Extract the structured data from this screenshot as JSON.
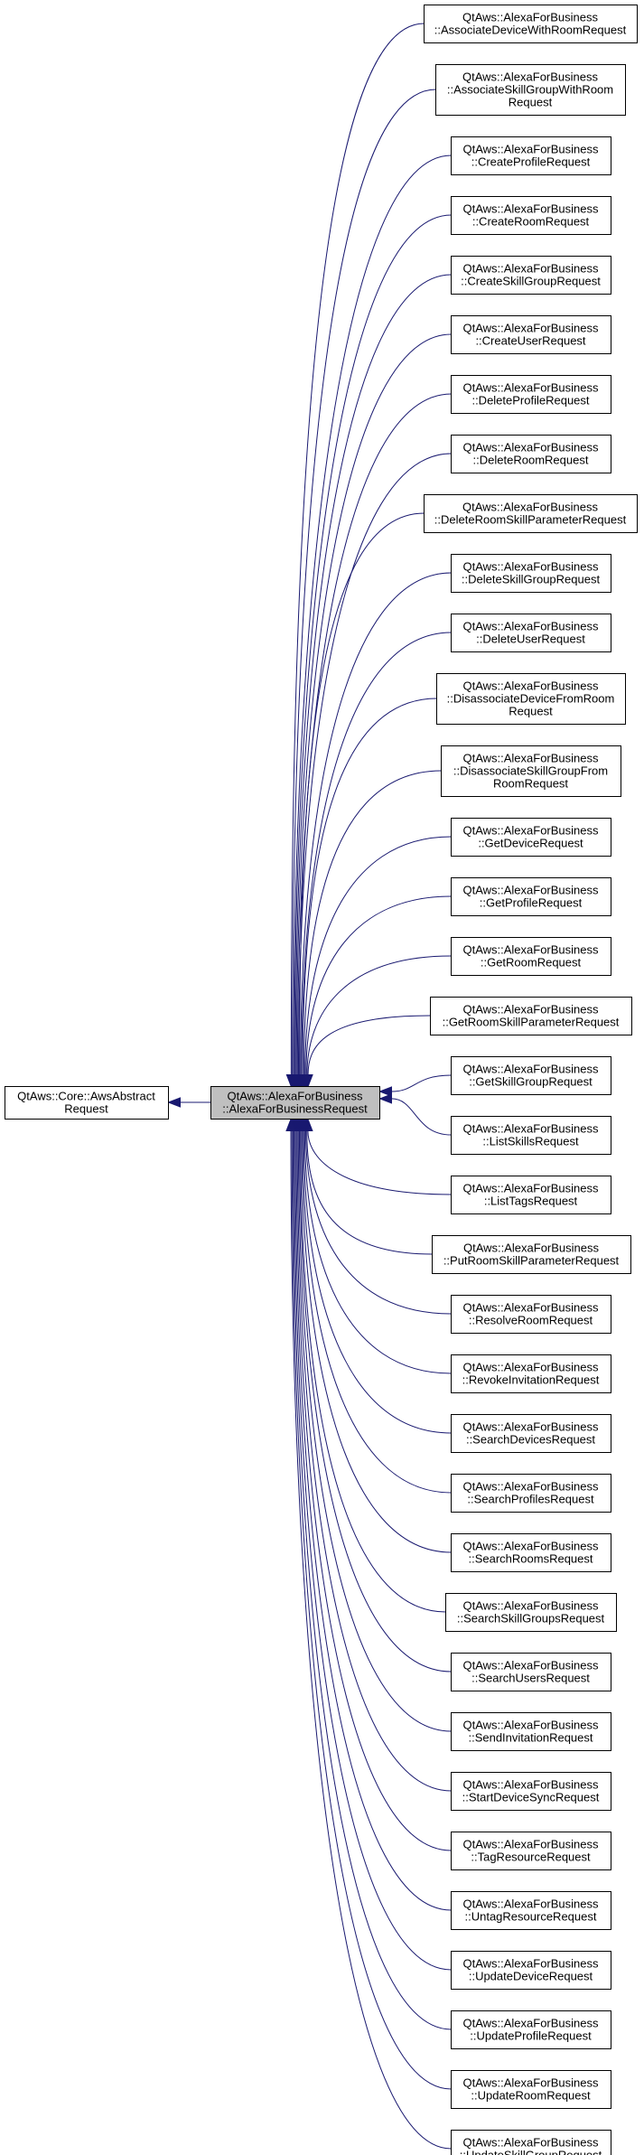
{
  "graph": {
    "base": {
      "lines": [
        "QtAws::Core::AwsAbstract",
        "Request"
      ]
    },
    "focus": {
      "lines": [
        "QtAws::AlexaForBusiness",
        "::AlexaForBusinessRequest"
      ]
    },
    "children": [
      {
        "lines": [
          "QtAws::AlexaForBusiness",
          "::AssociateDeviceWithRoomRequest"
        ]
      },
      {
        "lines": [
          "QtAws::AlexaForBusiness",
          "::AssociateSkillGroupWithRoom",
          "Request"
        ]
      },
      {
        "lines": [
          "QtAws::AlexaForBusiness",
          "::CreateProfileRequest"
        ]
      },
      {
        "lines": [
          "QtAws::AlexaForBusiness",
          "::CreateRoomRequest"
        ]
      },
      {
        "lines": [
          "QtAws::AlexaForBusiness",
          "::CreateSkillGroupRequest"
        ]
      },
      {
        "lines": [
          "QtAws::AlexaForBusiness",
          "::CreateUserRequest"
        ]
      },
      {
        "lines": [
          "QtAws::AlexaForBusiness",
          "::DeleteProfileRequest"
        ]
      },
      {
        "lines": [
          "QtAws::AlexaForBusiness",
          "::DeleteRoomRequest"
        ]
      },
      {
        "lines": [
          "QtAws::AlexaForBusiness",
          "::DeleteRoomSkillParameterRequest"
        ]
      },
      {
        "lines": [
          "QtAws::AlexaForBusiness",
          "::DeleteSkillGroupRequest"
        ]
      },
      {
        "lines": [
          "QtAws::AlexaForBusiness",
          "::DeleteUserRequest"
        ]
      },
      {
        "lines": [
          "QtAws::AlexaForBusiness",
          "::DisassociateDeviceFromRoom",
          "Request"
        ]
      },
      {
        "lines": [
          "QtAws::AlexaForBusiness",
          "::DisassociateSkillGroupFrom",
          "RoomRequest"
        ]
      },
      {
        "lines": [
          "QtAws::AlexaForBusiness",
          "::GetDeviceRequest"
        ]
      },
      {
        "lines": [
          "QtAws::AlexaForBusiness",
          "::GetProfileRequest"
        ]
      },
      {
        "lines": [
          "QtAws::AlexaForBusiness",
          "::GetRoomRequest"
        ]
      },
      {
        "lines": [
          "QtAws::AlexaForBusiness",
          "::GetRoomSkillParameterRequest"
        ]
      },
      {
        "lines": [
          "QtAws::AlexaForBusiness",
          "::GetSkillGroupRequest"
        ]
      },
      {
        "lines": [
          "QtAws::AlexaForBusiness",
          "::ListSkillsRequest"
        ]
      },
      {
        "lines": [
          "QtAws::AlexaForBusiness",
          "::ListTagsRequest"
        ]
      },
      {
        "lines": [
          "QtAws::AlexaForBusiness",
          "::PutRoomSkillParameterRequest"
        ]
      },
      {
        "lines": [
          "QtAws::AlexaForBusiness",
          "::ResolveRoomRequest"
        ]
      },
      {
        "lines": [
          "QtAws::AlexaForBusiness",
          "::RevokeInvitationRequest"
        ]
      },
      {
        "lines": [
          "QtAws::AlexaForBusiness",
          "::SearchDevicesRequest"
        ]
      },
      {
        "lines": [
          "QtAws::AlexaForBusiness",
          "::SearchProfilesRequest"
        ]
      },
      {
        "lines": [
          "QtAws::AlexaForBusiness",
          "::SearchRoomsRequest"
        ]
      },
      {
        "lines": [
          "QtAws::AlexaForBusiness",
          "::SearchSkillGroupsRequest"
        ]
      },
      {
        "lines": [
          "QtAws::AlexaForBusiness",
          "::SearchUsersRequest"
        ]
      },
      {
        "lines": [
          "QtAws::AlexaForBusiness",
          "::SendInvitationRequest"
        ]
      },
      {
        "lines": [
          "QtAws::AlexaForBusiness",
          "::StartDeviceSyncRequest"
        ]
      },
      {
        "lines": [
          "QtAws::AlexaForBusiness",
          "::TagResourceRequest"
        ]
      },
      {
        "lines": [
          "QtAws::AlexaForBusiness",
          "::UntagResourceRequest"
        ]
      },
      {
        "lines": [
          "QtAws::AlexaForBusiness",
          "::UpdateDeviceRequest"
        ]
      },
      {
        "lines": [
          "QtAws::AlexaForBusiness",
          "::UpdateProfileRequest"
        ]
      },
      {
        "lines": [
          "QtAws::AlexaForBusiness",
          "::UpdateRoomRequest"
        ]
      },
      {
        "lines": [
          "QtAws::AlexaForBusiness",
          "::UpdateSkillGroupRequest"
        ]
      }
    ]
  },
  "colors": {
    "edge": "#191970",
    "focus_fill": "#bfbfbf",
    "node_fill": "#ffffff",
    "border": "#000000"
  }
}
